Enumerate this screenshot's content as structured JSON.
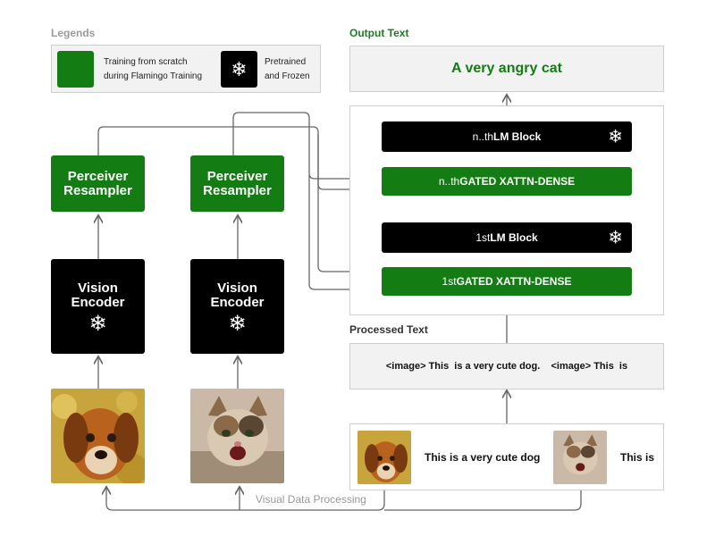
{
  "legend": {
    "title": "Legends",
    "trainable_text_line1": "Training from scratch",
    "trainable_text_line2": "during Flamingo Training",
    "frozen_text_line1": "Pretrained",
    "frozen_text_line2": "and Frozen",
    "frozen_icon": "❄"
  },
  "output": {
    "title": "Output Text",
    "text": "A very angry cat"
  },
  "lm_stack": {
    "nth_lm_prefix": "n..th ",
    "nth_lm_bold": "LM Block",
    "nth_gated_prefix": "n..th ",
    "nth_gated_bold": "GATED XATTN-DENSE",
    "first_lm_prefix": "1st ",
    "first_lm_bold": "LM Block",
    "first_gated_prefix": "1st ",
    "first_gated_bold": "GATED XATTN-DENSE"
  },
  "vision": {
    "resampler_line1": "Perceiver",
    "resampler_line2": "Resampler",
    "encoder_line1": "Vision",
    "encoder_line2": "Encoder"
  },
  "processed": {
    "title": "Processed Text",
    "text": "<image> This  is a very cute dog.    <image> This  is"
  },
  "input": {
    "text1": "This is a very cute dog",
    "text2": "This is"
  },
  "visual_processing_label": "Visual Data Processing",
  "colors": {
    "green": "#137d13",
    "black": "#000000",
    "panel": "#f2f2f2",
    "line": "#666666"
  },
  "icons": {
    "frozen": "snowflake-icon",
    "dog": "dog-photo",
    "cat": "cat-photo"
  }
}
